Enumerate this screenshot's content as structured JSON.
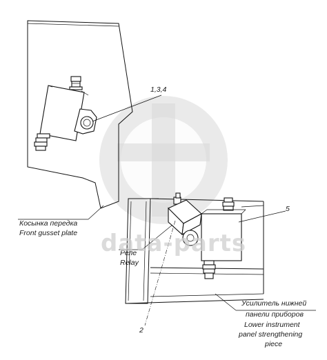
{
  "callouts": {
    "part_134": "1,3,4",
    "part_5": "5",
    "part_2": "2"
  },
  "labels": {
    "gusset_ru": "Косынка передка",
    "gusset_en": "Front gusset plate",
    "relay_ru": "Реле",
    "relay_en": "Relay",
    "panel_ru_1": "Усилитель нижней",
    "panel_ru_2": "панели приборов",
    "panel_en_1": "Lower instrument",
    "panel_en_2": "panel strengthening",
    "panel_en_3": "piece"
  },
  "watermark": {
    "text": "data-parts",
    "icon": "data-parts-logo-icon",
    "color": "#d2d2d2"
  }
}
